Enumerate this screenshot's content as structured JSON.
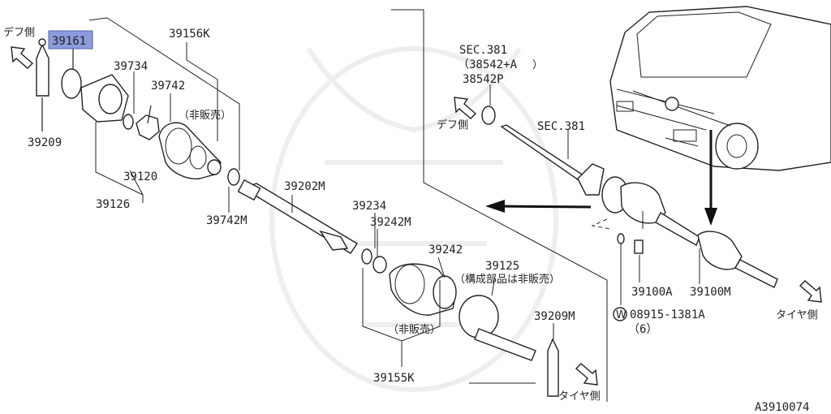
{
  "diagram": {
    "figure_id": "A3910074",
    "highlight_color": "#8c9bdc",
    "labels": {
      "dif_side_top": "デフ側",
      "p39161": "39161",
      "p39156K": "39156K",
      "p39734": "39734",
      "p39742": "39742",
      "not_sold_1": "（非販売）",
      "p39209": "39209",
      "p39120": "39120",
      "p39126": "39126",
      "p39742M": "39742M",
      "p39202M": "39202M",
      "p39234": "39234",
      "p39242M": "39242M",
      "p39242": "39242",
      "p39125": "39125",
      "components_not_sold": "（構成部品は非販売）",
      "not_sold_2": "（非販売）",
      "p39155K": "39155K",
      "p39209M": "39209M",
      "tire_side_bottom": "タイヤ側",
      "sec381_top": "SEC.381",
      "p38542A": "（38542+A",
      "p38542P": "38542P",
      "paren_close": "）",
      "dif_side_mid": "デフ側",
      "sec381_shaft": "SEC.381",
      "p39100A": "39100A",
      "p39100M": "39100M",
      "washer_symbol": "W",
      "p08915": "08915-1381A",
      "qty6": "（6）",
      "tire_side_right": "タイヤ側"
    }
  }
}
